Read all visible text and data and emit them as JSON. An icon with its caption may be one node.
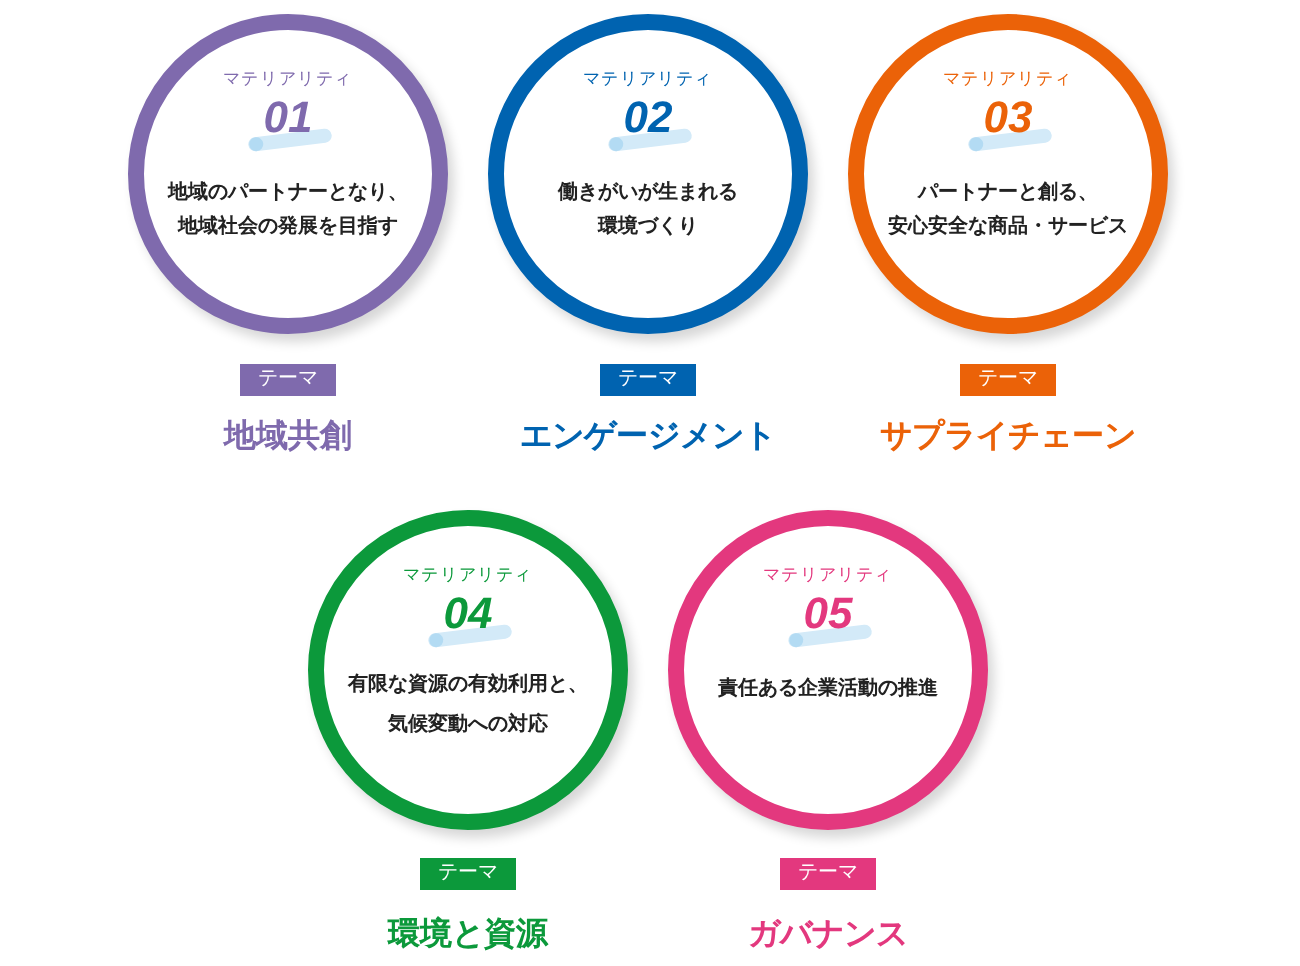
{
  "diagram": {
    "nodes": [
      {
        "text": [
          "マテリアリティ",
          "01",
          "地域のパートナーとなり、地域社会の発展を目指す"
        ]
      },
      {
        "text": [
          "マテリアリティ",
          "02",
          "働きがいが生まれる環境づくり"
        ]
      },
      {
        "text": [
          "マテリアリティ",
          "03",
          "パートナーと創る、安心安全な商品・サービス"
        ]
      },
      {
        "text": [
          "テーマ"
        ],
        "beside": [
          "地域共創"
        ]
      },
      {
        "text": [
          "テーマ"
        ],
        "beside": [
          "エンゲージメント"
        ]
      },
      {
        "text": [
          "テーマ"
        ],
        "beside": [
          "サプライチェーン"
        ]
      },
      {
        "text": [
          "マテリアリティ",
          "04",
          "有限な資源の有効利用と、気候変動への対応"
        ]
      },
      {
        "text": [
          "マテリアリティ",
          "05",
          "責任ある企業活動の推進"
        ]
      },
      {
        "text": [
          "テーマ"
        ],
        "beside": [
          "環境と資源"
        ]
      },
      {
        "text": [
          "テーマ"
        ],
        "beside": [
          "ガバナンス"
        ]
      }
    ]
  }
}
